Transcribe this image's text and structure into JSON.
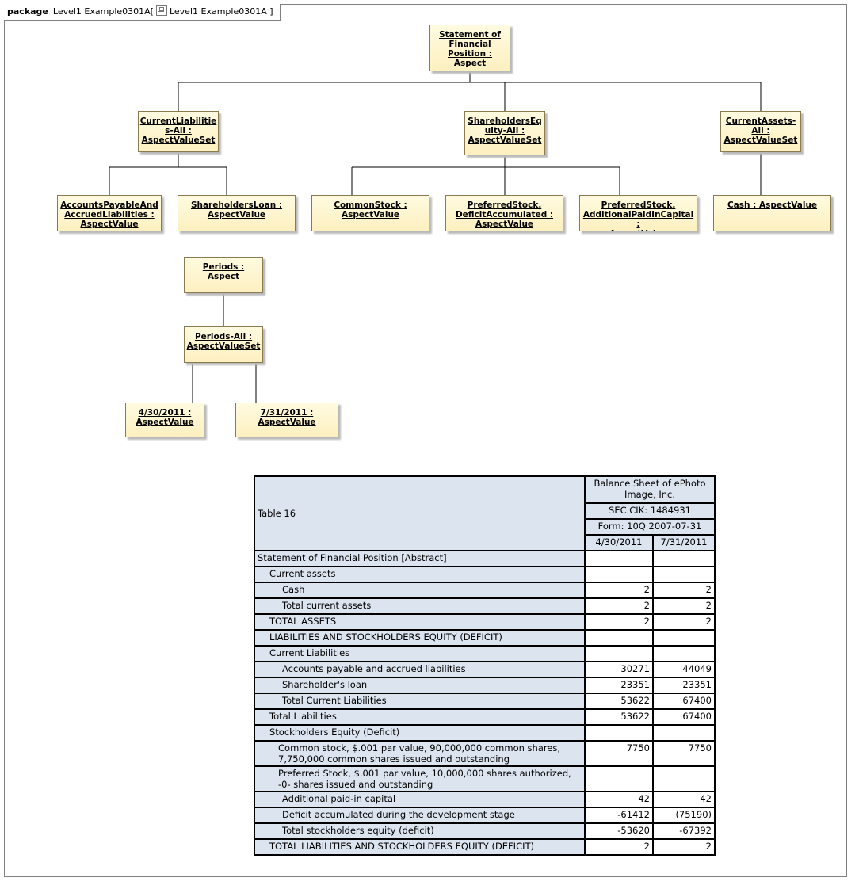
{
  "header": {
    "keyword": "package",
    "name": "Level1 Example0301A",
    "bracket_open": "[",
    "diagram_name": "Level1 Example0301A",
    "bracket_close": "]"
  },
  "nodes": {
    "root": "Statement of\nFinancial\nPosition :\nAspect",
    "current_liabilities": "CurrentLiabilitie\ns-All :\nAspectValueSet",
    "shareholders_equity": "ShareholdersEq\nuity-All :\nAspectValueSet",
    "current_assets": "CurrentAssets-\nAll :\nAspectValueSet",
    "accounts_payable": "AccountsPayableAnd\nAccruedLiabilities :\nAspectValue",
    "shareholders_loan": "ShareholdersLoan :\nAspectValue",
    "common_stock": "CommonStock :\nAspectValue",
    "preferred_deficit": "PreferredStock.\nDeficitAccumulated :\nAspectValue",
    "preferred_apic": "PreferredStock.\nAdditionalPaidInCapital :\nAspectValue",
    "cash": "Cash : AspectValue",
    "periods": "Periods :\nAspect",
    "periods_all": "Periods-All :\nAspectValueSet",
    "period_1": "4/30/2011 :\nAspectValue",
    "period_2": "7/31/2011 :\nAspectValue"
  },
  "table": {
    "title": "Table 16",
    "company": "Balance Sheet of ePhoto Image, Inc.",
    "cik": "SEC CIK: 1484931",
    "form": "Form: 10Q 2007-07-31",
    "col1": "4/30/2011",
    "col2": "7/31/2011",
    "rows": [
      {
        "label": "Statement of Financial Position [Abstract]",
        "v1": "",
        "v2": ""
      },
      {
        "label": "Current assets",
        "v1": "",
        "v2": ""
      },
      {
        "label": "Cash",
        "v1": "2",
        "v2": "2"
      },
      {
        "label": "Total current assets",
        "v1": "2",
        "v2": "2"
      },
      {
        "label": "TOTAL ASSETS",
        "v1": "2",
        "v2": "2"
      },
      {
        "label": "LIABILITIES AND STOCKHOLDERS EQUITY (DEFICIT)",
        "v1": "",
        "v2": ""
      },
      {
        "label": "Current Liabilities",
        "v1": "",
        "v2": ""
      },
      {
        "label": "Accounts payable and accrued liabilities",
        "v1": "30271",
        "v2": "44049"
      },
      {
        "label": "Shareholder's loan",
        "v1": "23351",
        "v2": "23351"
      },
      {
        "label": "Total Current Liabilities",
        "v1": "53622",
        "v2": "67400"
      },
      {
        "label": "Total Liabilities",
        "v1": "53622",
        "v2": "67400"
      },
      {
        "label": "Stockholders Equity (Deficit)",
        "v1": "",
        "v2": ""
      },
      {
        "label": "Common stock, $.001 par value, 90,000,000 common shares, 7,750,000 common shares issued and outstanding",
        "v1": "7750",
        "v2": "7750"
      },
      {
        "label": "Preferred Stock, $.001 par value, 10,000,000 shares authorized, -0- shares issued and outstanding",
        "v1": "",
        "v2": ""
      },
      {
        "label": "Additional paid-in capital",
        "v1": "42",
        "v2": "42"
      },
      {
        "label": "Deficit accumulated during the development stage",
        "v1": "-61412",
        "v2": "(75190)"
      },
      {
        "label": "Total stockholders equity (deficit)",
        "v1": "-53620",
        "v2": "-67392"
      },
      {
        "label": "TOTAL LIABILITIES AND STOCKHOLDERS EQUITY (DEFICIT)",
        "v1": "2",
        "v2": "2"
      }
    ]
  }
}
